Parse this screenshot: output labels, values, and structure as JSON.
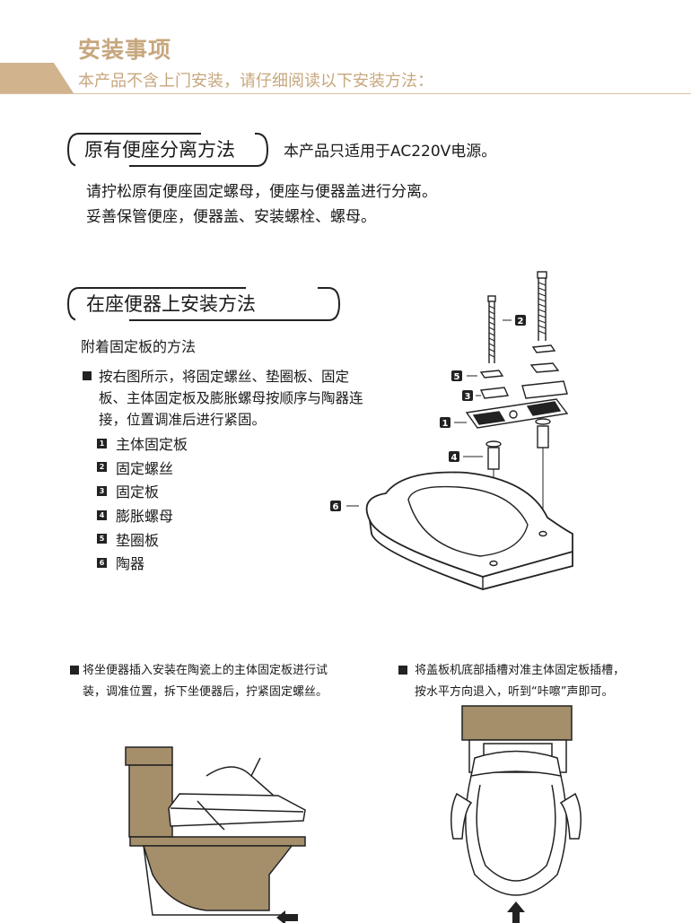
{
  "header": {
    "title": "安装事项",
    "subtitle": "本产品不含上门安装，请仔细阅读以下安装方法："
  },
  "section1": {
    "heading": "原有便座分离方法",
    "note": "本产品只适用于AC220V电源。",
    "lines": [
      "请拧松原有便座固定螺母，便座与便器盖进行分离。",
      "妥善保管便座，便器盖、安装螺栓、螺母。"
    ]
  },
  "section2": {
    "heading": "在座便器上安装方法",
    "subheading": "附着固定板的方法",
    "instruction_lines": [
      "按右图所示，将固定螺丝、垫圈板、固定",
      "板、主体固定板及膨胀螺母按顺序与陶器连",
      "接，位置调准后进行紧固。"
    ],
    "parts": [
      {
        "num": "1",
        "label": "主体固定板"
      },
      {
        "num": "2",
        "label": "固定螺丝"
      },
      {
        "num": "3",
        "label": "固定板"
      },
      {
        "num": "4",
        "label": "膨胀螺母"
      },
      {
        "num": "5",
        "label": "垫圈板"
      },
      {
        "num": "6",
        "label": "陶器"
      }
    ],
    "diagram_labels": [
      "2",
      "5",
      "3",
      "1",
      "4",
      "6"
    ]
  },
  "captions": {
    "left": [
      "将坐便器插入安装在陶瓷上的主体固定板进行试",
      "装，调准位置，拆下坐便器后，拧紧固定螺丝。"
    ],
    "right": [
      "将盖板机底部插槽对准主体固定板插槽，",
      "按水平方向退入，听到“咔嚓”声即可。"
    ]
  }
}
